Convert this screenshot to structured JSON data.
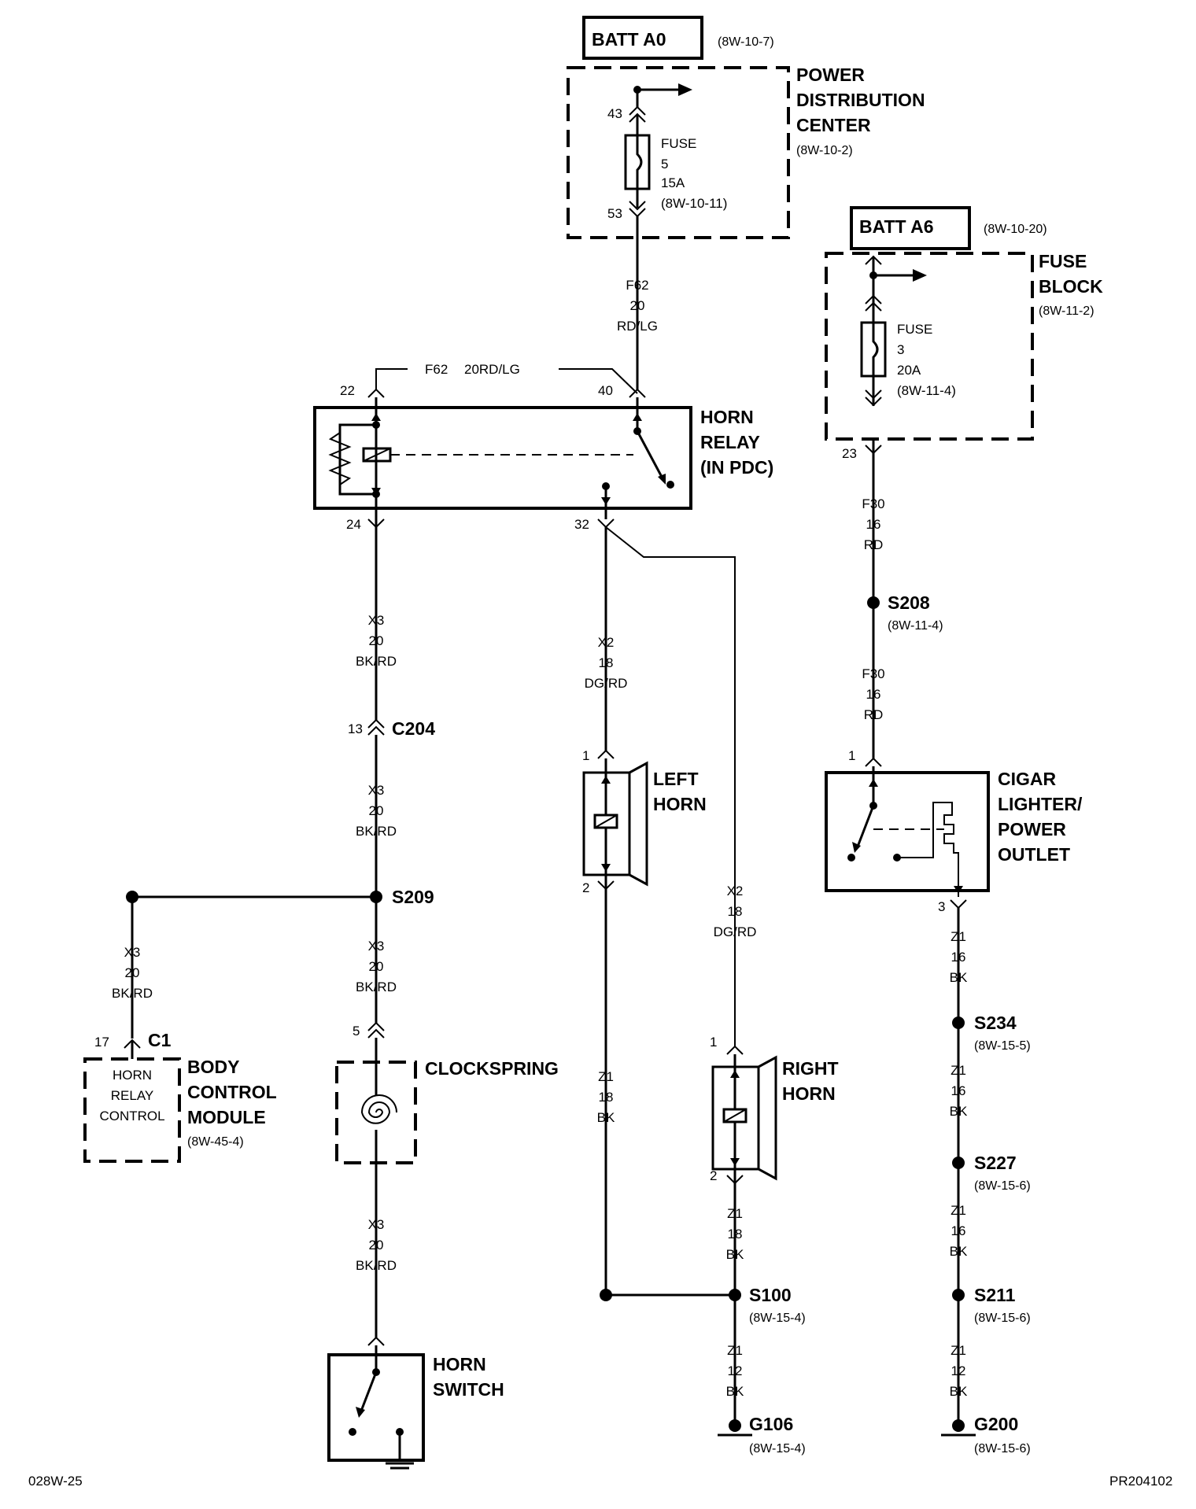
{
  "sources": {
    "batt_a0": {
      "label": "BATT A0",
      "ref": "(8W-10-7)"
    },
    "batt_a6": {
      "label": "BATT A6",
      "ref": "(8W-10-20)"
    }
  },
  "pdc": {
    "title": [
      "POWER",
      "DISTRIBUTION",
      "CENTER"
    ],
    "ref": "(8W-10-2)",
    "pin_in": "43",
    "pin_out": "53",
    "fuse": {
      "label": "FUSE",
      "number": "5",
      "rating": "15A",
      "ref": "(8W-10-11)"
    }
  },
  "fuse_block": {
    "title": [
      "FUSE",
      "BLOCK"
    ],
    "ref": "(8W-11-2)",
    "pin_out": "23",
    "fuse": {
      "label": "FUSE",
      "number": "3",
      "rating": "20A",
      "ref": "(8W-11-4)"
    }
  },
  "horn_relay": {
    "title": [
      "HORN",
      "RELAY",
      "(IN PDC)"
    ],
    "pins": {
      "p22": "22",
      "p40": "40",
      "p24": "24",
      "p32": "32"
    },
    "jumper": {
      "circuit": "F62",
      "spec": "20RD/LG"
    }
  },
  "wires": {
    "f62": [
      "F62",
      "20",
      "RD/LG"
    ],
    "x3_a": [
      "X3",
      "20",
      "BK/RD"
    ],
    "x3_b": [
      "X3",
      "20",
      "BK/RD"
    ],
    "x3_c": [
      "X3",
      "20",
      "BK/RD"
    ],
    "x3_d": [
      "X3",
      "20",
      "BK/RD"
    ],
    "x3_e": [
      "X3",
      "20",
      "BK/RD"
    ],
    "x2_a": [
      "X2",
      "18",
      "DG/RD"
    ],
    "x2_b": [
      "X2",
      "18",
      "DG/RD"
    ],
    "z1_left": [
      "Z1",
      "18",
      "BK"
    ],
    "z1_right": [
      "Z1",
      "18",
      "BK"
    ],
    "z1_g106": [
      "Z1",
      "12",
      "BK"
    ],
    "f30_a": [
      "F30",
      "16",
      "RD"
    ],
    "f30_b": [
      "F30",
      "16",
      "RD"
    ],
    "z1_c1": [
      "Z1",
      "16",
      "BK"
    ],
    "z1_c2": [
      "Z1",
      "16",
      "BK"
    ],
    "z1_c3": [
      "Z1",
      "16",
      "BK"
    ],
    "z1_g200": [
      "Z1",
      "12",
      "BK"
    ]
  },
  "connectors": {
    "c204": {
      "label": "C204",
      "pin": "13"
    }
  },
  "splices": {
    "s209": {
      "label": "S209"
    },
    "s208": {
      "label": "S208",
      "ref": "(8W-11-4)"
    },
    "s100": {
      "label": "S100",
      "ref": "(8W-15-4)"
    },
    "s234": {
      "label": "S234",
      "ref": "(8W-15-5)"
    },
    "s227": {
      "label": "S227",
      "ref": "(8W-15-6)"
    },
    "s211": {
      "label": "S211",
      "ref": "(8W-15-6)"
    }
  },
  "grounds": {
    "g106": {
      "label": "G106",
      "ref": "(8W-15-4)"
    },
    "g200": {
      "label": "G200",
      "ref": "(8W-15-6)"
    }
  },
  "components": {
    "bcm": {
      "title": [
        "BODY",
        "CONTROL",
        "MODULE"
      ],
      "ref": "(8W-45-4)",
      "inner": [
        "HORN",
        "RELAY",
        "CONTROL"
      ],
      "connector": "C1",
      "pin": "17"
    },
    "clockspring": {
      "title": "CLOCKSPRING",
      "pin": "5"
    },
    "horn_switch": {
      "title": [
        "HORN",
        "SWITCH"
      ]
    },
    "left_horn": {
      "title": [
        "LEFT",
        "HORN"
      ],
      "pin1": "1",
      "pin2": "2"
    },
    "right_horn": {
      "title": [
        "RIGHT",
        "HORN"
      ],
      "pin1": "1",
      "pin2": "2"
    },
    "cigar": {
      "title": [
        "CIGAR",
        "LIGHTER/",
        "POWER",
        "OUTLET"
      ],
      "pin1": "1",
      "pin3": "3"
    }
  },
  "footer": {
    "left": "028W-25",
    "right": "PR204102"
  }
}
